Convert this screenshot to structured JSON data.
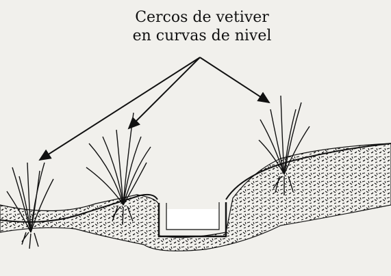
{
  "caption": {
    "line1": "Cercos de vetiver",
    "line2": "en curvas de nivel"
  },
  "colors": {
    "ink": "#111111",
    "paper": "#f1f0ec"
  },
  "icons": {
    "plant": "vetiver-grass-clump",
    "arrow": "arrow-pointer",
    "channel": "contour-ditch"
  }
}
